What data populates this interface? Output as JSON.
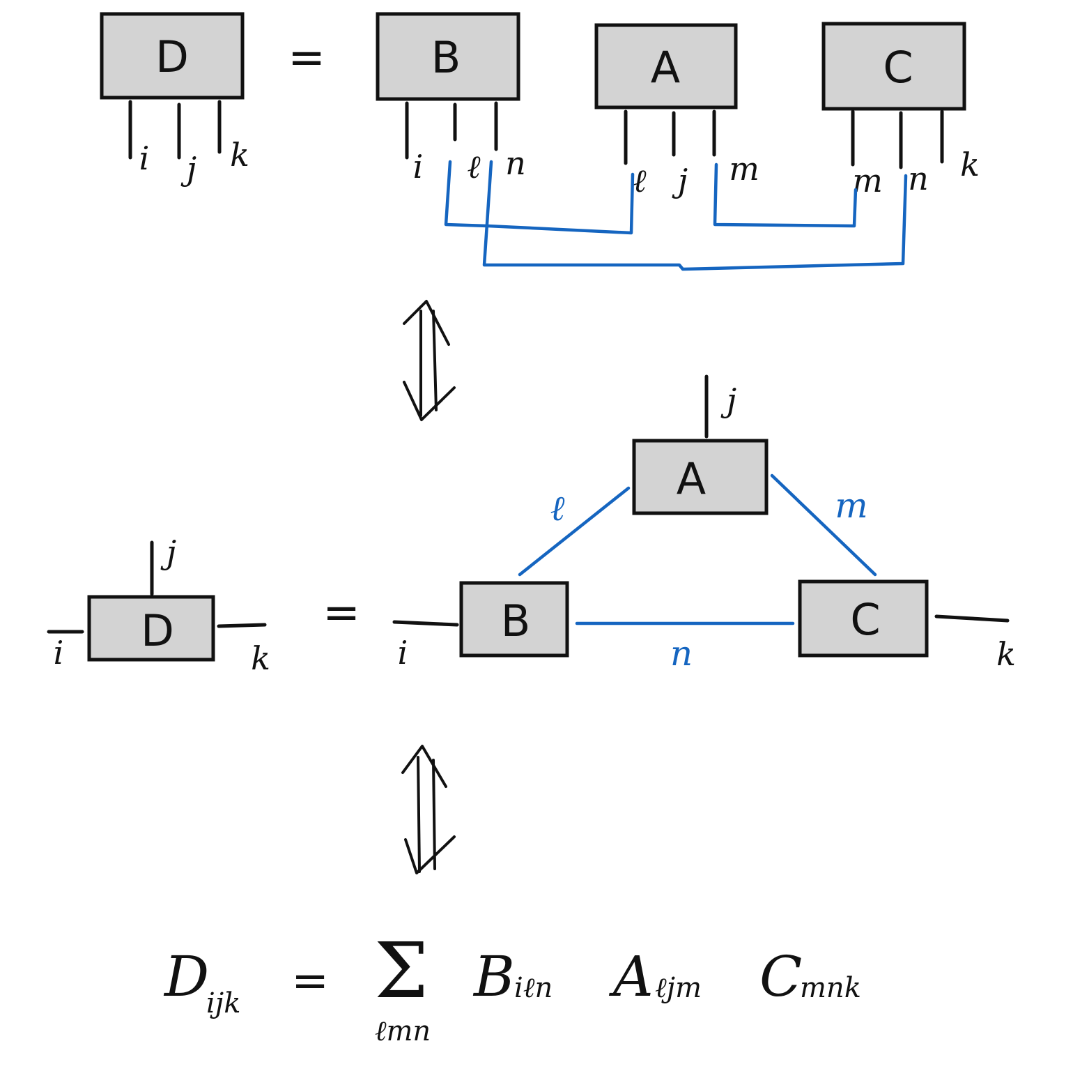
{
  "colors": {
    "tensor_fill": "#d3d3d3",
    "ink": "#111111",
    "contraction_wire": "#1565c0"
  },
  "top_row": {
    "tensors": [
      "D",
      "B",
      "A",
      "C"
    ],
    "equals": "=",
    "D_indices": [
      "i",
      "j",
      "k"
    ],
    "B_indices": [
      "i",
      "ℓ",
      "n"
    ],
    "A_indices": [
      "ℓ",
      "j",
      "m"
    ],
    "C_indices": [
      "m",
      "n",
      "k"
    ]
  },
  "network": {
    "tensors": [
      "D",
      "A",
      "B",
      "C"
    ],
    "equals": "=",
    "D_indices": [
      "j",
      "i",
      "k"
    ],
    "A_index_top": "j",
    "bond_labels": [
      "ℓ",
      "m",
      "n"
    ],
    "open_indices": [
      "i",
      "k"
    ]
  },
  "formula": {
    "lhs": "D",
    "lhs_sub": "ijk",
    "equals": "=",
    "sum_symbol": "Σ",
    "sum_sub": "ℓmn",
    "terms": [
      {
        "name": "B",
        "sub": "iℓn"
      },
      {
        "name": "A",
        "sub": "ℓjm"
      },
      {
        "name": "C",
        "sub": "mnk"
      }
    ]
  }
}
